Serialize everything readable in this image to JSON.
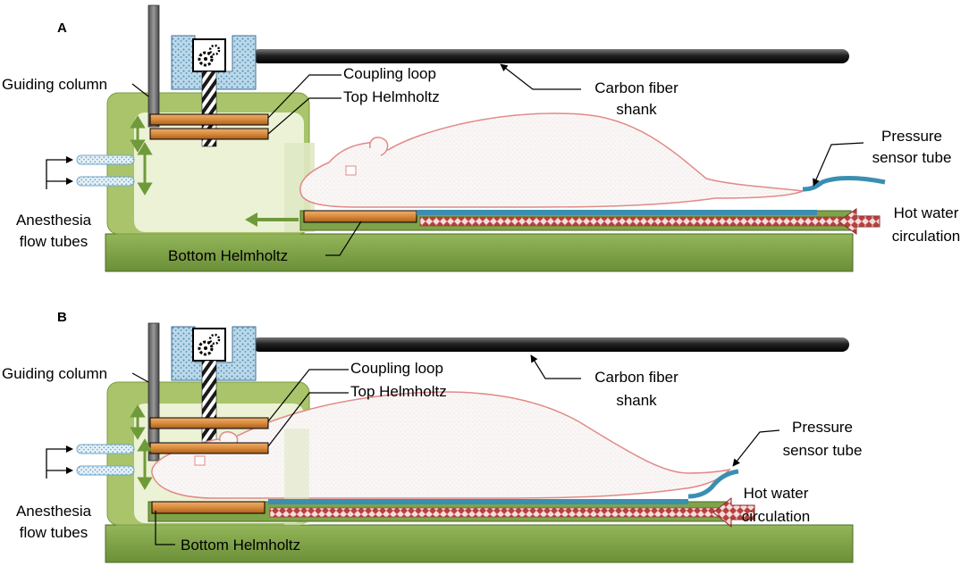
{
  "panels": [
    {
      "letter": "A",
      "labels": {
        "guiding_column": "Guiding column",
        "coupling_loop": "Coupling loop",
        "top_helmholtz": "Top Helmholtz",
        "carbon_fiber_1": "Carbon fiber",
        "carbon_fiber_2": "shank",
        "pressure_1": "Pressure",
        "pressure_2": "sensor tube",
        "anesthesia_1": "Anesthesia",
        "anesthesia_2": "flow tubes",
        "bottom_helmholtz": "Bottom Helmholtz",
        "hot_water_1": "Hot water",
        "hot_water_2": "circulation"
      }
    },
    {
      "letter": "B",
      "labels": {
        "guiding_column": "Guiding column",
        "coupling_loop": "Coupling loop",
        "top_helmholtz": "Top Helmholtz",
        "carbon_fiber_1": "Carbon fiber",
        "carbon_fiber_2": "shank",
        "pressure_1": "Pressure",
        "pressure_2": "sensor tube",
        "anesthesia_1": "Anesthesia",
        "anesthesia_2": "flow tubes",
        "bottom_helmholtz": "Bottom Helmholtz",
        "hot_water_1": "Hot water",
        "hot_water_2": "circulation"
      }
    }
  ],
  "colors": {
    "base_green": "#7fa348",
    "chamber_green": "#b9d17a",
    "copper": "#d98a3c",
    "carbon_fiber": "#222222",
    "mouse_outline": "#e08a86",
    "pressure_tube": "#3a8fb0",
    "hot_water": "#c0504d",
    "speckle_blue": "#6ea6c9"
  }
}
